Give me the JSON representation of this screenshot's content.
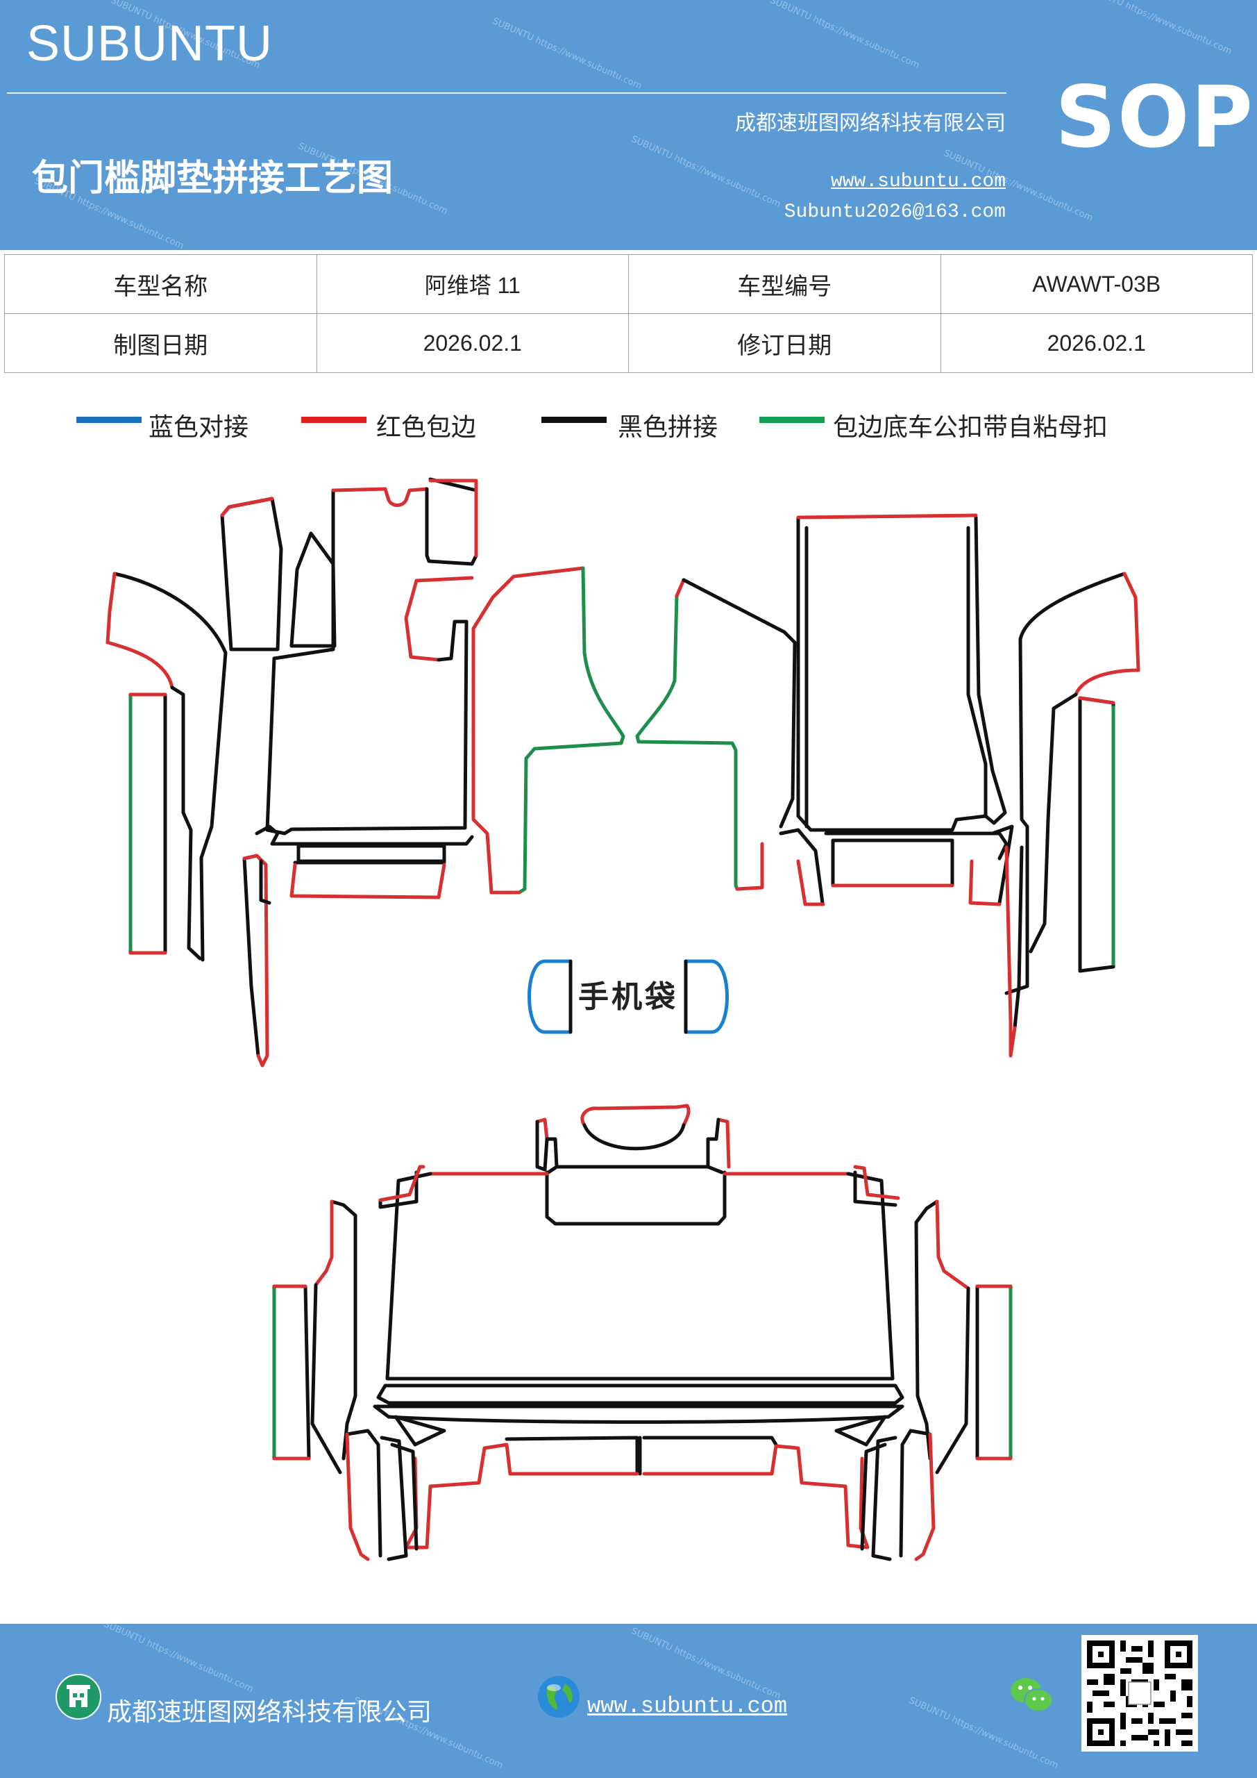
{
  "header": {
    "brand": "SUBUNTU",
    "sop": "SOP",
    "company": "成都速班图网络科技有限公司",
    "title": "包门槛脚垫拼接工艺图",
    "website": "www.subuntu.com",
    "email": "Subuntu2026@163.com"
  },
  "info_table": {
    "rows": [
      [
        "车型名称",
        "阿维塔 11",
        "车型编号",
        "AWAWT-03B"
      ],
      [
        "制图日期",
        "2026.02.1",
        "修订日期",
        "2026.02.1"
      ]
    ]
  },
  "legend": [
    {
      "label": "蓝色对接",
      "color": "#1a70c0"
    },
    {
      "label": "红色包边",
      "color": "#e02020"
    },
    {
      "label": "黑色拼接",
      "color": "#111111"
    },
    {
      "label": "包边底车公扣带自粘母扣",
      "color": "#12a050"
    }
  ],
  "diagram": {
    "phone_bag_label": "手机袋",
    "colors": {
      "black": "#111111",
      "red": "#d83030",
      "green": "#1e8f4a",
      "blue": "#1a80d0"
    }
  },
  "footer": {
    "company": "成都速班图网络科技有限公司",
    "website": "www.subuntu.com",
    "icons": [
      "building-icon",
      "globe-icon",
      "wechat-icon",
      "qr-code"
    ]
  }
}
